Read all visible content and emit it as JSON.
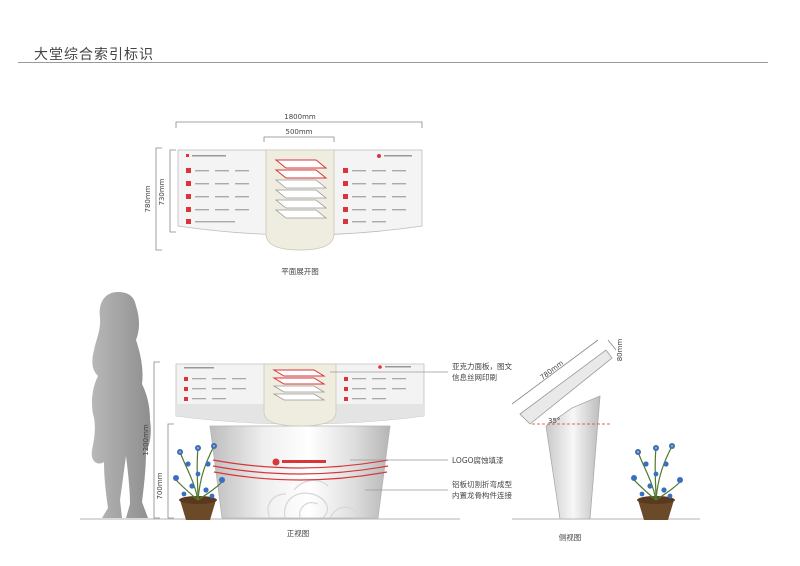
{
  "title": "大堂综合索引标识",
  "plan": {
    "caption": "平面展开图",
    "dim_total_width": "1800mm",
    "dim_center_width": "500mm",
    "dim_outer_height": "780mm",
    "dim_inner_height": "730mm"
  },
  "front": {
    "caption": "正视图",
    "dim_top": "1200mm",
    "dim_base": "700mm",
    "callout_panel": "亚克力面板，图文\n信息丝网印刷",
    "callout_logo": "LOGO腐蚀填漆",
    "callout_body": "铝板切割折弯成型\n内置龙骨构件连接"
  },
  "side": {
    "caption": "侧视图",
    "dim_length": "780mm",
    "dim_depth": "80mm",
    "angle": "35°"
  },
  "colors": {
    "accent": "#d9353b",
    "panel": "#f2f2f2",
    "cream": "#efece0",
    "line": "#8a8a8a"
  }
}
